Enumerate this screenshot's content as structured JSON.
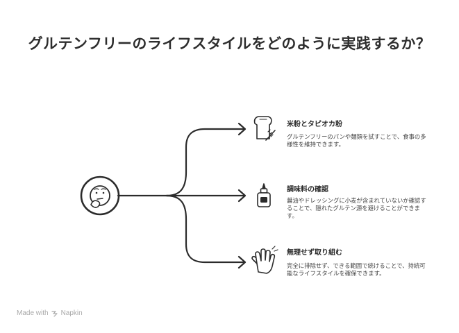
{
  "title": "グルテンフリーのライフスタイルをどのように実践するか？",
  "items": [
    {
      "title": "米粉とタピオカ粉",
      "description": "グルテンフリーのパンや麺類を試すことで、食事の多様性を維持できます。",
      "icon": "bread-icon"
    },
    {
      "title": "調味料の確認",
      "description": "醤油やドレッシングに小麦が含まれていないか確認することで、隠れたグルテン源を避けることができます。",
      "icon": "condiment-bottle-icon"
    },
    {
      "title": "無理せず取り組む",
      "description": "完全に排除せず、できる範囲で続けることで、持続可能なライフスタイルを確保できます。",
      "icon": "hand-icon"
    }
  ],
  "center_icon": "thinking-face-icon",
  "footer": {
    "made_with": "Made with",
    "brand": "Napkin"
  }
}
